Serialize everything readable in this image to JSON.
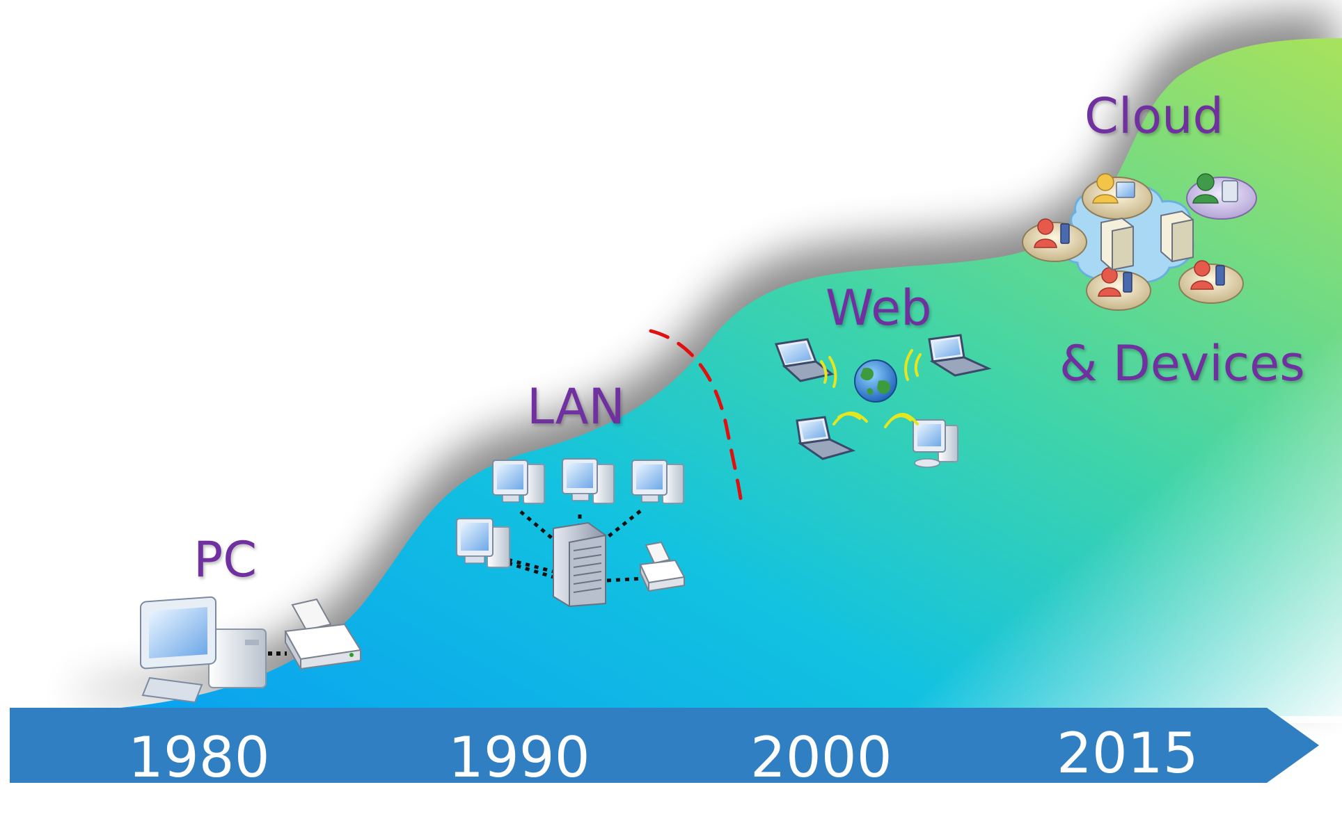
{
  "eras": {
    "pc": "PC",
    "lan": "LAN",
    "web": "Web",
    "cloud_line1": "Cloud",
    "cloud_line2": "& Devices"
  },
  "timeline": {
    "years": [
      "1980",
      "1990",
      "2000",
      "2015"
    ]
  },
  "colors": {
    "label_purple": "#7030a0",
    "timeline_blue": "#2f7fc2",
    "divider_red": "#e01010",
    "wave_start": "#11a6ee",
    "wave_mid": "#3fd3b6",
    "wave_end": "#a5e064"
  },
  "icons": {
    "pc_era": [
      "desktop-computer-icon",
      "printer-icon"
    ],
    "lan_era": [
      "desktop-computer-icon",
      "server-rack-icon",
      "printer-icon"
    ],
    "web_era": [
      "laptop-icon",
      "globe-icon",
      "wireless-signal-icon",
      "desktop-computer-icon"
    ],
    "cloud_era": [
      "cloud-icon",
      "server-icon",
      "user-icon",
      "mobile-phone-icon",
      "tablet-icon"
    ]
  }
}
